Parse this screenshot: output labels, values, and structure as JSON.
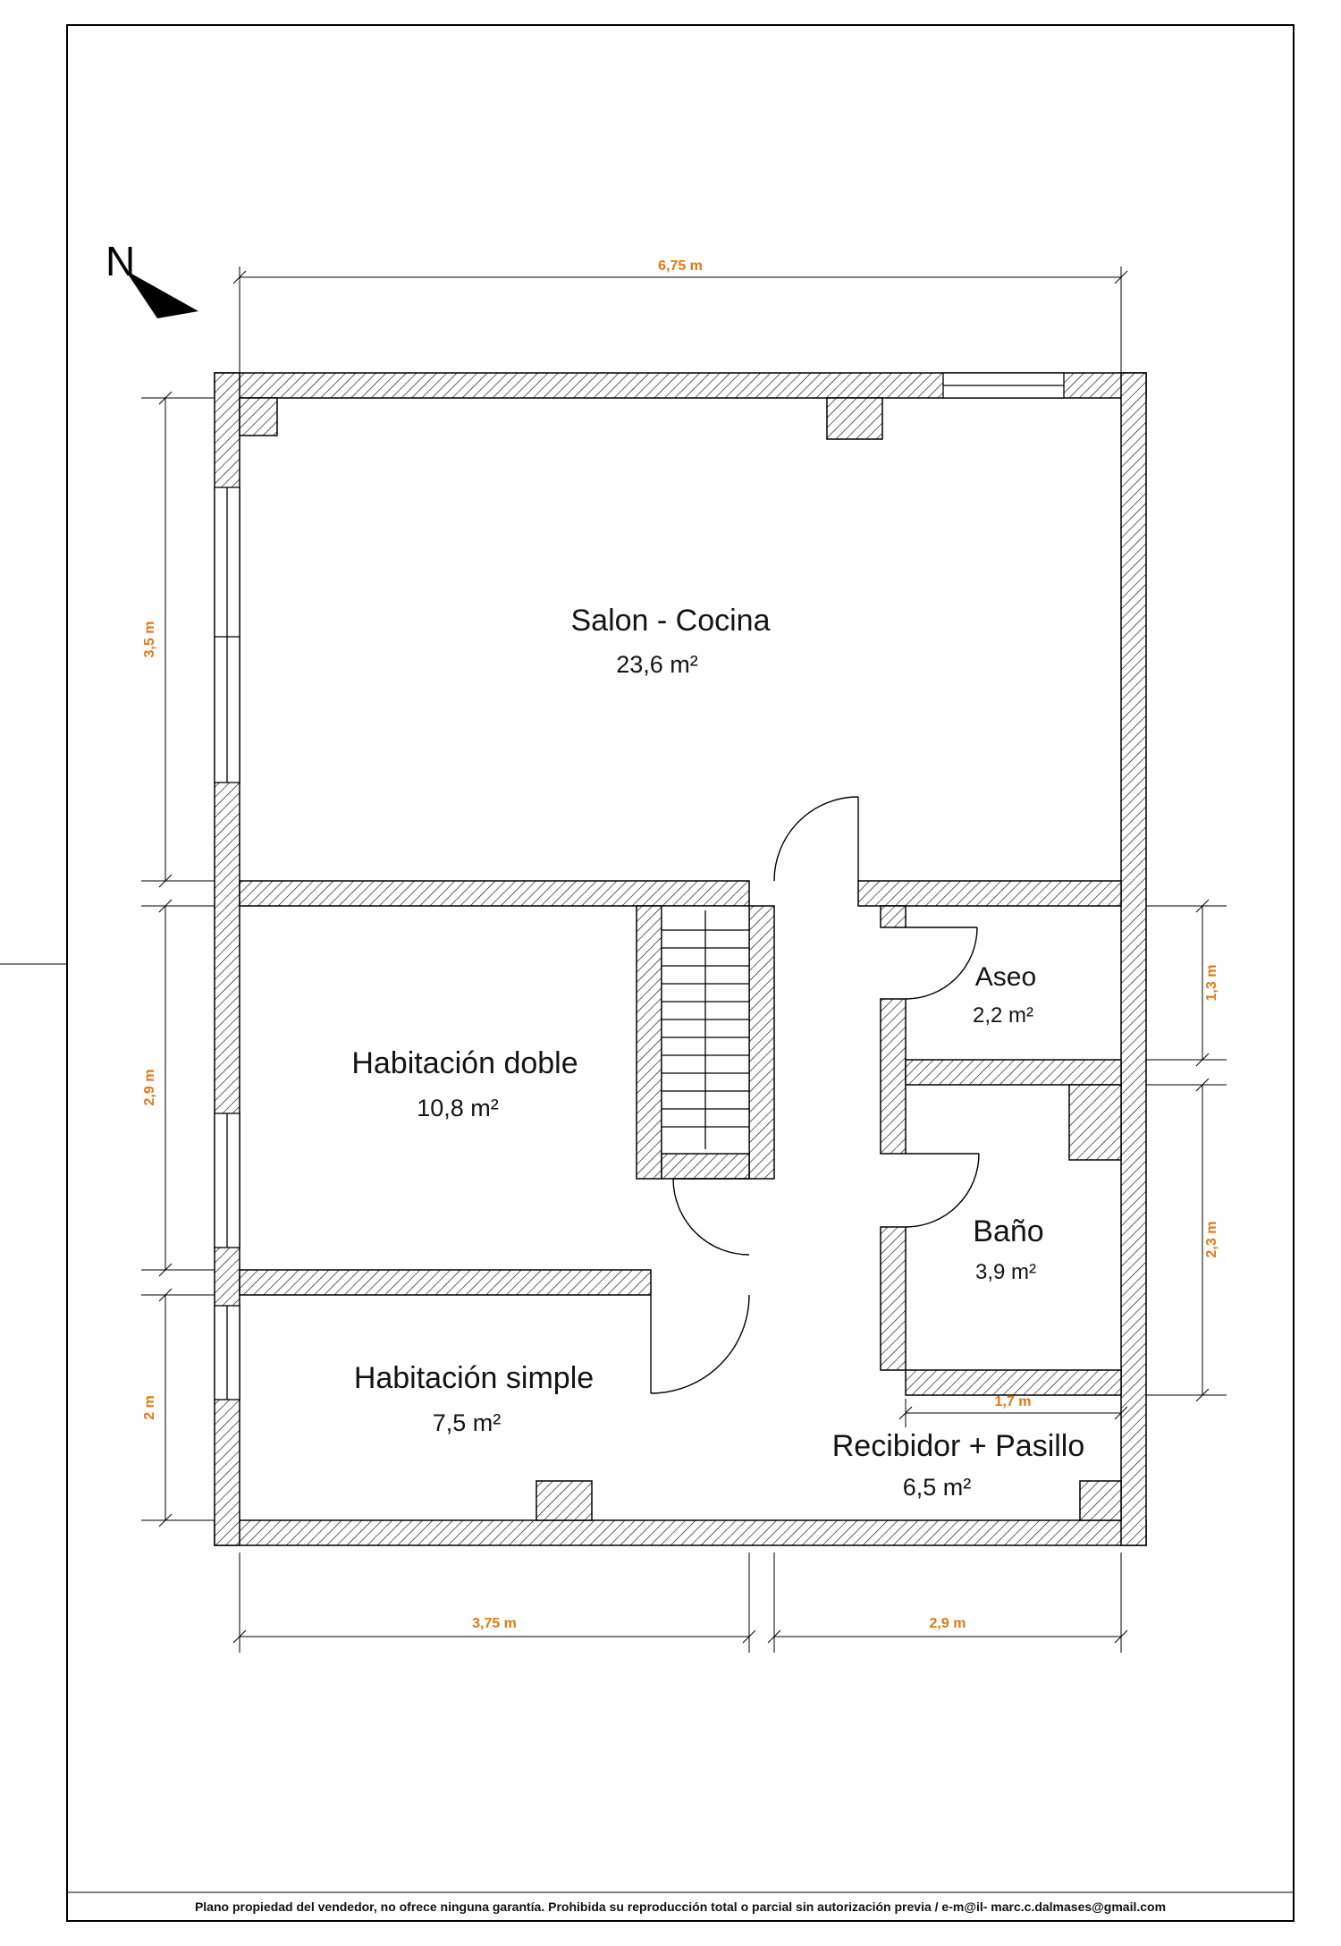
{
  "colors": {
    "dimension_text": "#e07912",
    "line": "#000000",
    "background": "#ffffff"
  },
  "north": {
    "label": "N"
  },
  "rooms": {
    "salon": {
      "name": "Salon - Cocina",
      "area": "23,6 m²"
    },
    "habitacion_doble": {
      "name": "Habitación doble",
      "area": "10,8 m²"
    },
    "habitacion_simple": {
      "name": "Habitación simple",
      "area": "7,5 m²"
    },
    "aseo": {
      "name": "Aseo",
      "area": "2,2 m²"
    },
    "bano": {
      "name": "Baño",
      "area": "3,9 m²"
    },
    "recibidor": {
      "name": "Recibidor + Pasillo",
      "area": "6,5 m²"
    }
  },
  "dimensions": {
    "top_width": "6,75 m",
    "left_salon": "3,5 m",
    "left_hab_doble": "2,9 m",
    "left_hab_simple": "2 m",
    "right_aseo": "1,3 m",
    "right_bano": "2,3 m",
    "bano_width": "1,7 m",
    "bottom_left": "3,75 m",
    "bottom_right": "2,9 m"
  },
  "footer": {
    "text": "Plano propiedad del vendedor, no ofrece ninguna garantía. Prohibida su reproducción total o parcial sin autorización previa /  e-m@il- marc.c.dalmases@gmail.com"
  }
}
